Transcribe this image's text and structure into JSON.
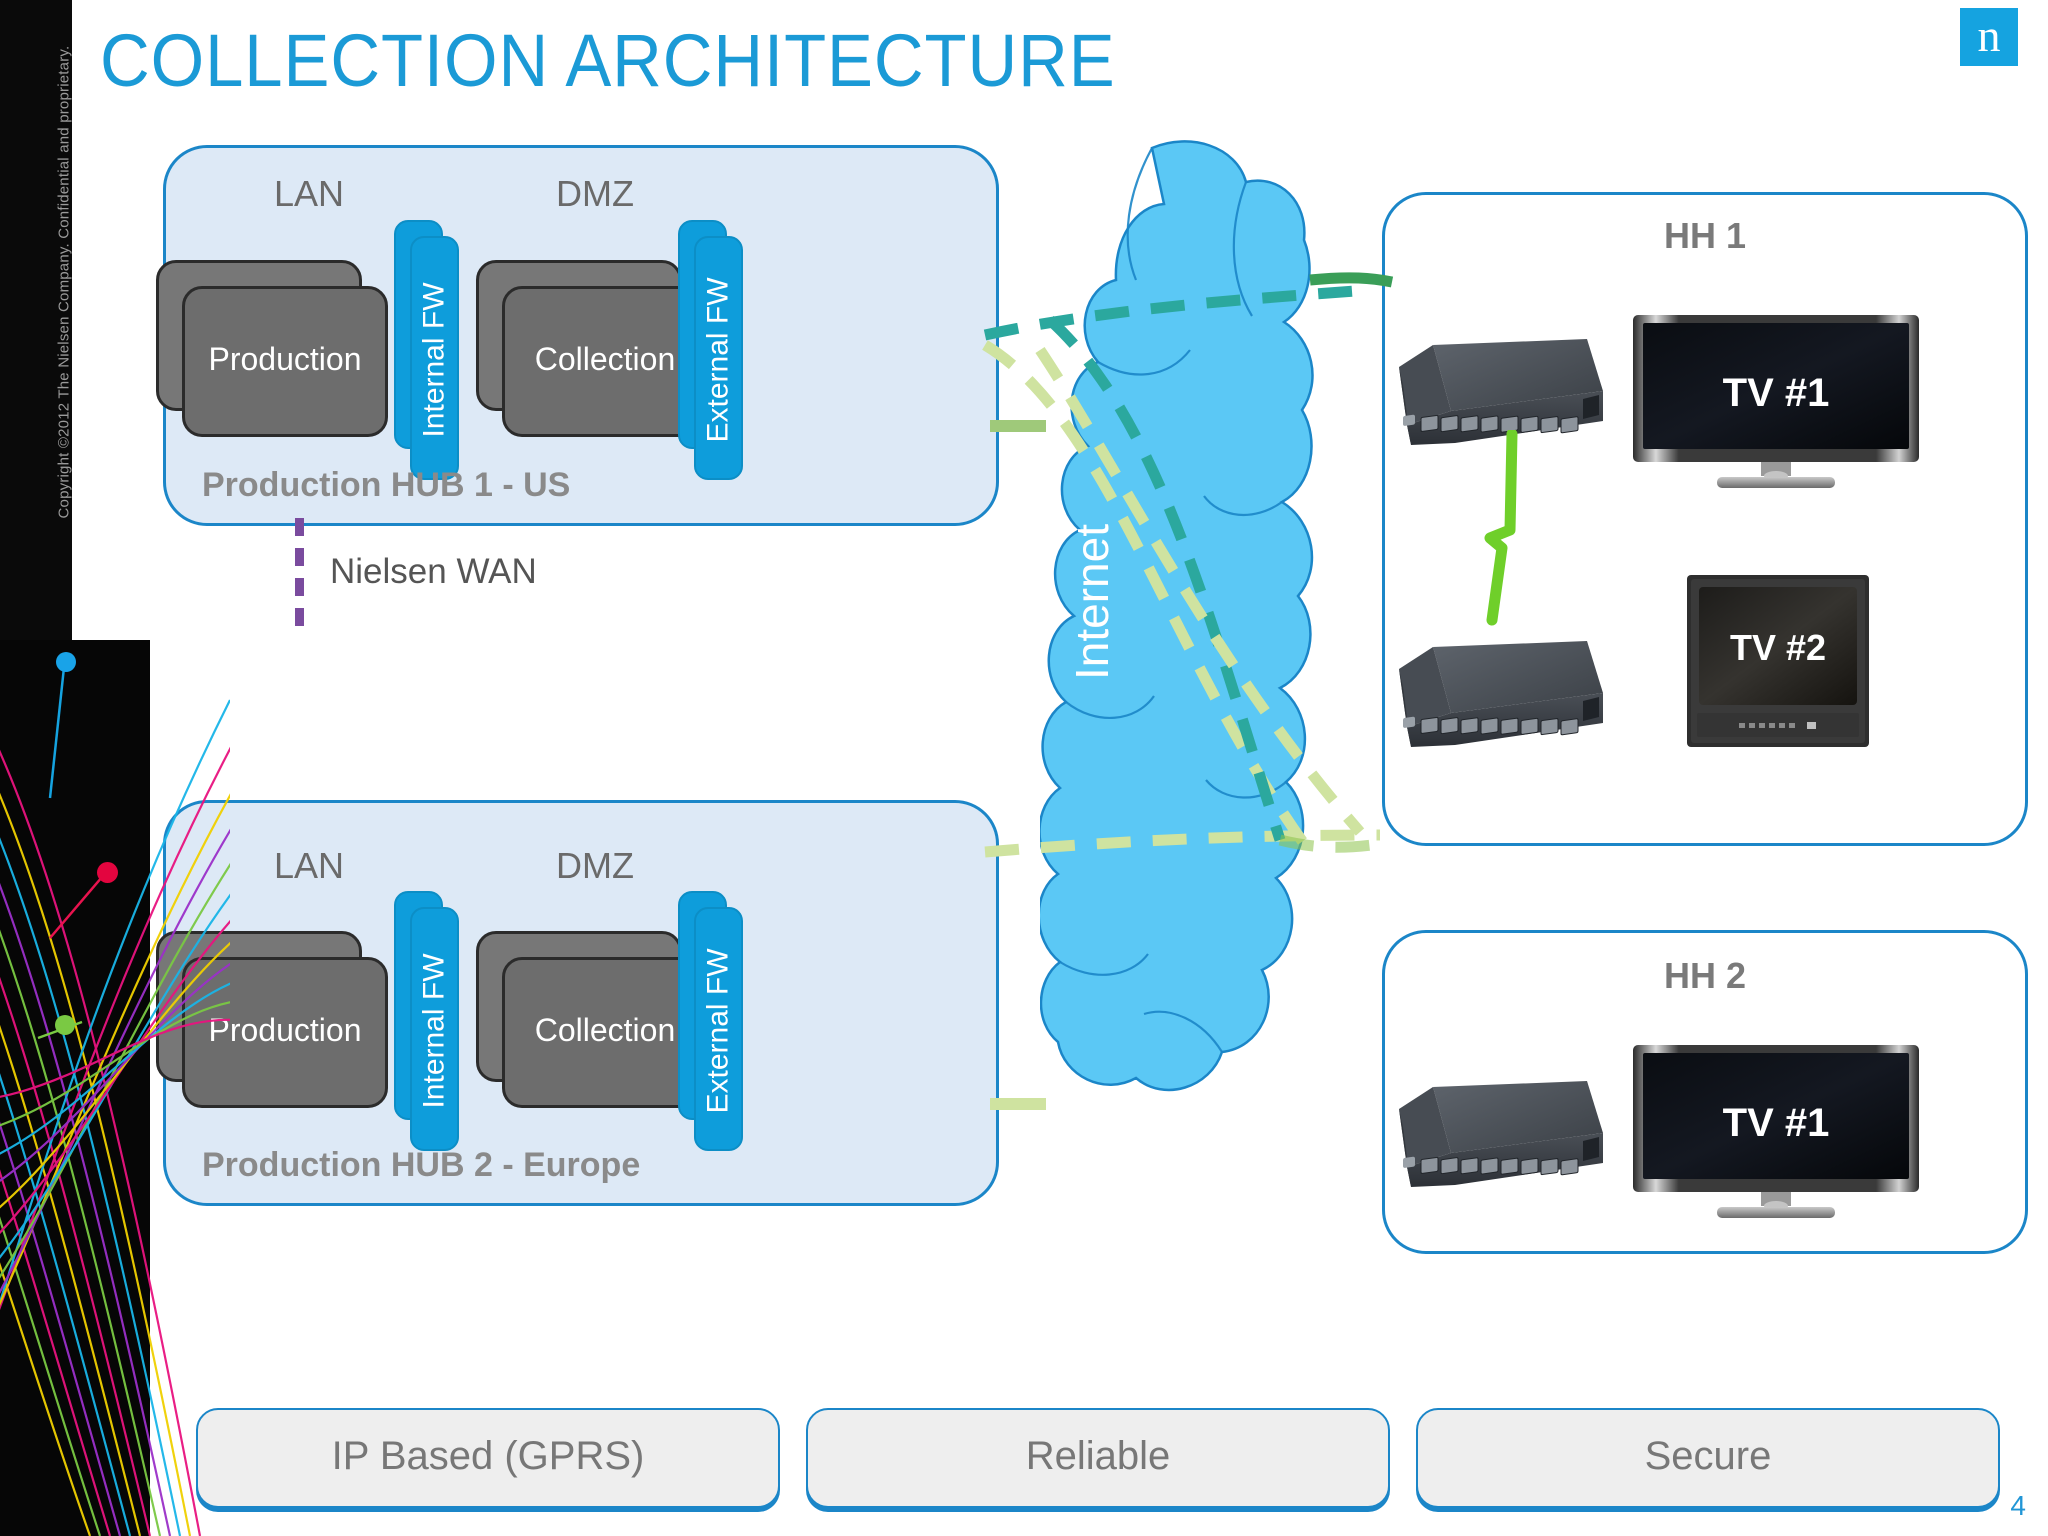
{
  "slide": {
    "title": "COLLECTION ARCHITECTURE",
    "page_number": "4",
    "copyright": "Copyright ©2012 The Nielsen Company. Confidential and proprietary.",
    "logo_letter": "n",
    "colors": {
      "title_blue": "#1b9ad6",
      "logo_blue": "#15a3e0",
      "hub_fill": "#dde9f6",
      "hub_border": "#1b86c8",
      "firewall_blue": "#0e9ddb",
      "cloud_fill": "#5bc8f5",
      "cloud_border": "#1b86c8",
      "server_gray": "#6d6d6d",
      "wan_purple": "#7a4b9e",
      "link_teal": "#2ba89e",
      "link_green": "#cfe3a0",
      "lan_cable_green": "#6fcf2a",
      "pill_fill": "#eeeeee",
      "label_gray": "#7a7a7a"
    }
  },
  "hubs": [
    {
      "name": "Production HUB 1 - US",
      "zones": [
        "LAN",
        "DMZ"
      ],
      "servers": [
        "Production",
        "Collection"
      ],
      "firewalls": [
        "Internal FW",
        "External FW"
      ]
    },
    {
      "name": "Production HUB 2 - Europe",
      "zones": [
        "LAN",
        "DMZ"
      ],
      "servers": [
        "Production",
        "Collection"
      ],
      "firewalls": [
        "Internal FW",
        "External FW"
      ]
    }
  ],
  "wan": {
    "label": "Nielsen WAN"
  },
  "cloud": {
    "label": "Internet"
  },
  "households": [
    {
      "name": "HH 1",
      "devices": [
        "network-switch",
        "network-switch"
      ],
      "tvs": [
        "TV #1",
        "TV #2"
      ]
    },
    {
      "name": "HH 2",
      "devices": [
        "network-switch"
      ],
      "tvs": [
        "TV #1"
      ]
    }
  ],
  "attributes": [
    {
      "label": "IP Based (GPRS)"
    },
    {
      "label": "Reliable"
    },
    {
      "label": "Secure"
    }
  ]
}
